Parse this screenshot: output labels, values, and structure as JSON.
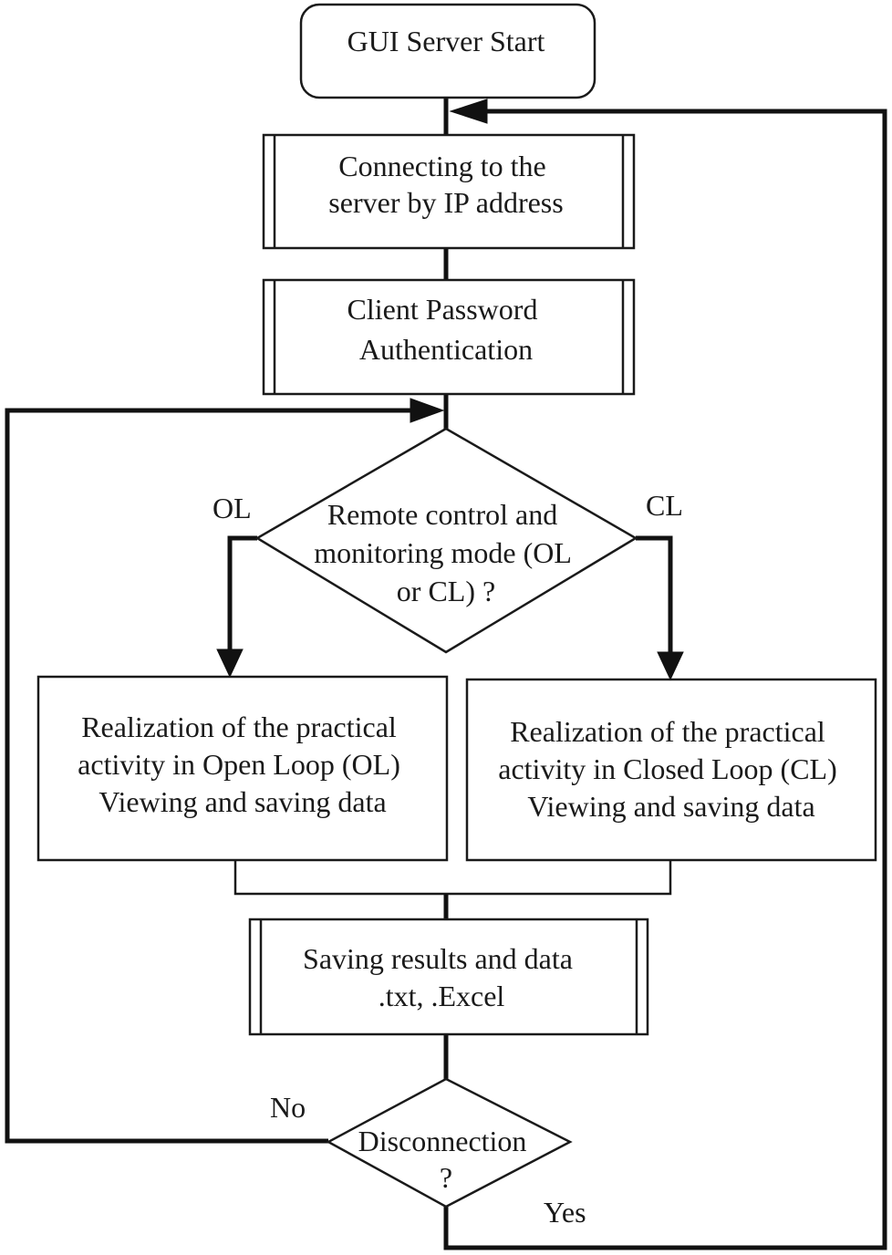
{
  "nodes": {
    "start": {
      "lines": [
        "GUI Server Start"
      ]
    },
    "connect": {
      "lines": [
        "Connecting to the",
        "server by IP address"
      ]
    },
    "auth": {
      "lines": [
        "Client Password",
        "Authentication"
      ]
    },
    "mode_decision": {
      "lines": [
        "Remote control and",
        "monitoring mode (OL",
        "or CL) ?"
      ]
    },
    "open_loop": {
      "lines": [
        "Realization  of the practical",
        "activity  in Open Loop (OL)",
        "Viewing and saving data"
      ]
    },
    "closed_loop": {
      "lines": [
        "Realization  of the practical",
        "activity  in Closed Loop (CL)",
        "Viewing and saving data"
      ]
    },
    "save_results": {
      "lines": [
        "Saving results and data",
        ".txt, .Excel"
      ]
    },
    "disconnect_decision": {
      "lines": [
        "Disconnection",
        "?"
      ]
    }
  },
  "edge_labels": {
    "ol": "OL",
    "cl": "CL",
    "no": "No",
    "yes": "Yes"
  }
}
